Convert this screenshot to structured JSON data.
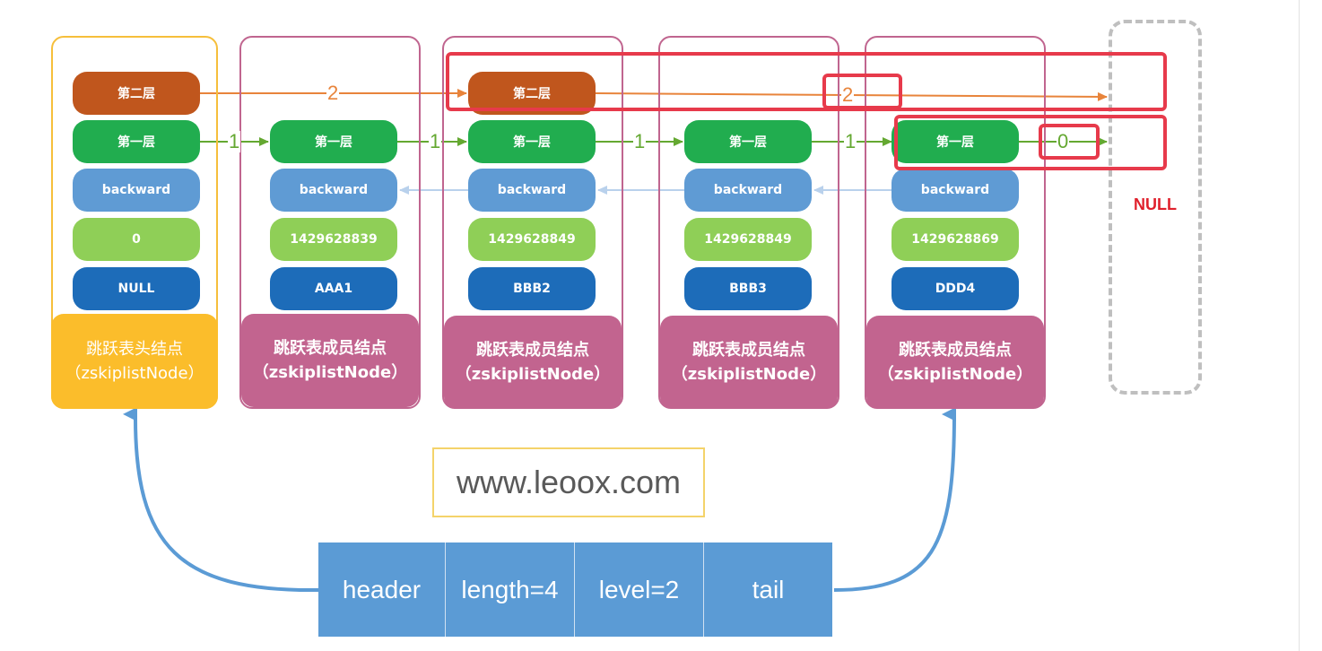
{
  "level2_label": "第二层",
  "level1_label": "第一层",
  "backward_label": "backward",
  "null_label": "NULL",
  "head_node": {
    "score": "0",
    "obj": "NULL",
    "title": "跳跃表头结点",
    "subtitle": "（zskiplistNode）"
  },
  "nodes": [
    {
      "score": "1429628839",
      "obj": "AAA1",
      "title": "跳跃表成员结点",
      "subtitle": "（zskiplistNode）"
    },
    {
      "score": "1429628849",
      "obj": "BBB2",
      "title": "跳跃表成员结点",
      "subtitle": "（zskiplistNode）"
    },
    {
      "score": "1429628849",
      "obj": "BBB3",
      "title": "跳跃表成员结点",
      "subtitle": "（zskiplistNode）"
    },
    {
      "score": "1429628869",
      "obj": "DDD4",
      "title": "跳跃表成员结点",
      "subtitle": "（zskiplistNode）"
    }
  ],
  "level2_spans": [
    "2",
    "2"
  ],
  "level1_spans": [
    "1",
    "1",
    "1",
    "1",
    "0"
  ],
  "watermark": "www.leoox.com",
  "list": {
    "header": "header",
    "length": "length=4",
    "level": "level=2",
    "tail": "tail"
  },
  "colors": {
    "level2": "#c0561d",
    "level1": "#21ad4f",
    "backward": "#5f9bd4",
    "score": "#8fcf57",
    "obj": "#1d6cb9",
    "head_border": "#f6bf3b",
    "member_border": "#c0658f",
    "highlight": "#e73a4b",
    "null_text": "#e0202c",
    "list_cell": "#5b9bd5"
  }
}
